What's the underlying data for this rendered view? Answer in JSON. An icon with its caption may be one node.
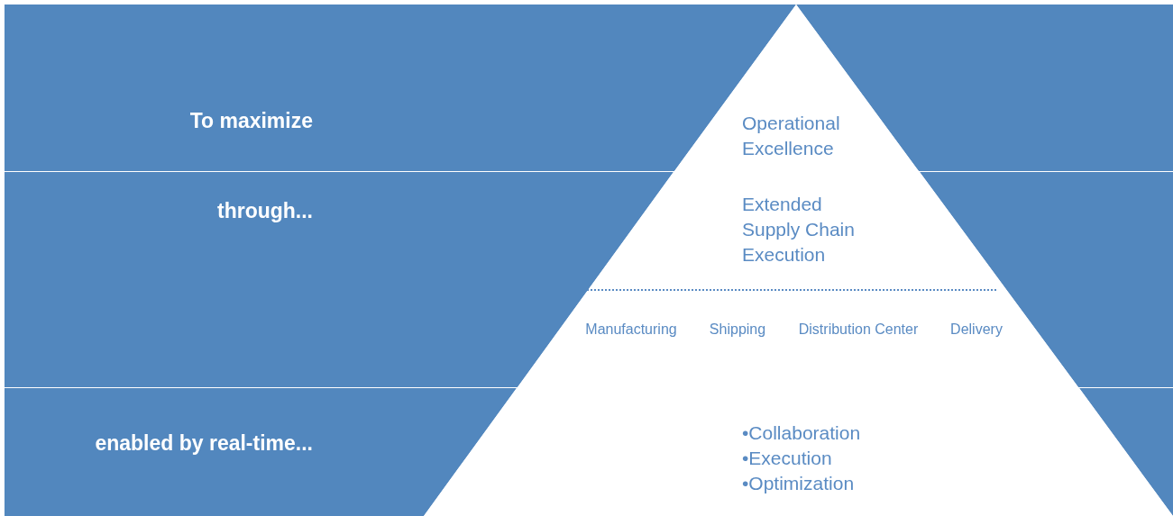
{
  "diagram": {
    "nodes": [
      {
        "text": [
          "To maximize"
        ]
      },
      {
        "text": [
          "through..."
        ]
      },
      {
        "text": [
          "enabled by real-time..."
        ]
      },
      {
        "text": [
          "Operational Excellence"
        ],
        "in": 0
      },
      {
        "text": [
          "Extended Supply Chain Execution",
          "Manufacturing",
          "Shipping",
          "Distribution Center",
          "Delivery"
        ],
        "in": 1
      },
      {
        "text": [
          "•Collaboration",
          "•Execution",
          "•Optimization"
        ],
        "in": 2
      }
    ]
  }
}
